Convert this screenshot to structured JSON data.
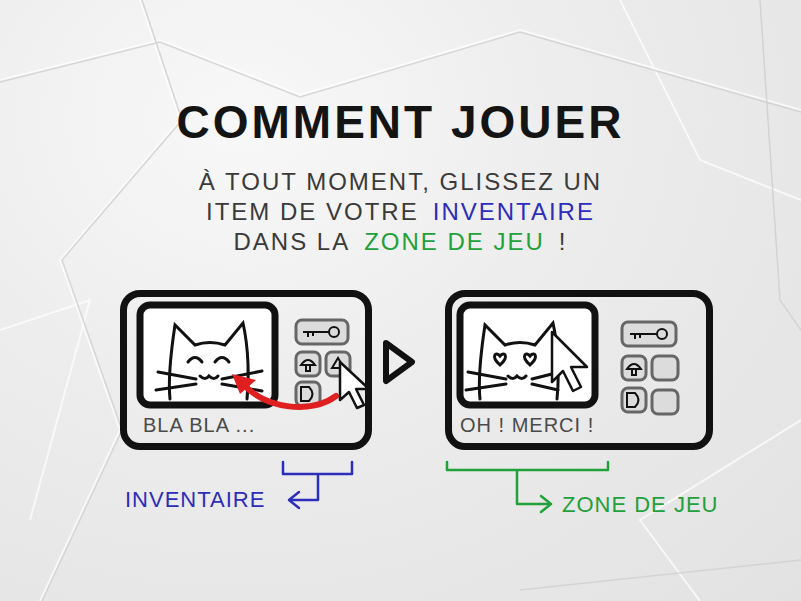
{
  "diagram": {
    "title": "COMMENT JOUER",
    "nodes": [
      {
        "text": [
          "BLA BLA ..."
        ]
      },
      {
        "text": [
          "OH ! MERCI !"
        ]
      }
    ],
    "edges": [
      {
        "from": 0,
        "to": 1,
        "arrow": "to"
      }
    ],
    "labels": [
      "À TOUT MOMENT, GLISSEZ UN",
      "ITEM DE VOTRE",
      "INVENTAIRE",
      "DANS LA",
      "ZONE DE JEU",
      "!",
      "INVENTAIRE",
      "ZONE DE JEU"
    ]
  }
}
